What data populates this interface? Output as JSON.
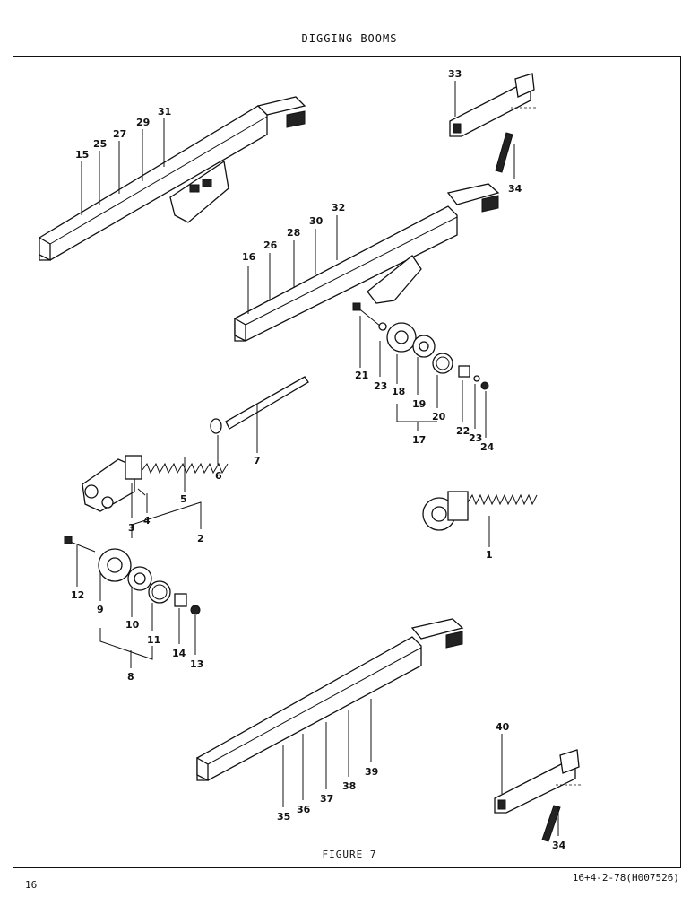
{
  "header": {
    "title": "DIGGING BOOMS"
  },
  "figure": {
    "caption": "FIGURE 7"
  },
  "footer": {
    "page_number": "16",
    "document_code": "16+4-2-78(H007526)"
  },
  "callouts": {
    "c1": "1",
    "c2": "2",
    "c3": "3",
    "c4": "4",
    "c5": "5",
    "c6": "6",
    "c7": "7",
    "c8": "8",
    "c9": "9",
    "c10": "10",
    "c11": "11",
    "c12": "12",
    "c13": "13",
    "c14": "14",
    "c15": "15",
    "c16": "16",
    "c17": "17",
    "c18": "18",
    "c19": "19",
    "c20": "20",
    "c21": "21",
    "c22": "22",
    "c23a": "23",
    "c23b": "23",
    "c24": "24",
    "c25": "25",
    "c26": "26",
    "c27": "27",
    "c28": "28",
    "c29": "29",
    "c30": "30",
    "c31": "31",
    "c32": "32",
    "c33": "33",
    "c34a": "34",
    "c34b": "34",
    "c35": "35",
    "c36": "36",
    "c37": "37",
    "c38": "38",
    "c39": "39",
    "c40": "40"
  }
}
